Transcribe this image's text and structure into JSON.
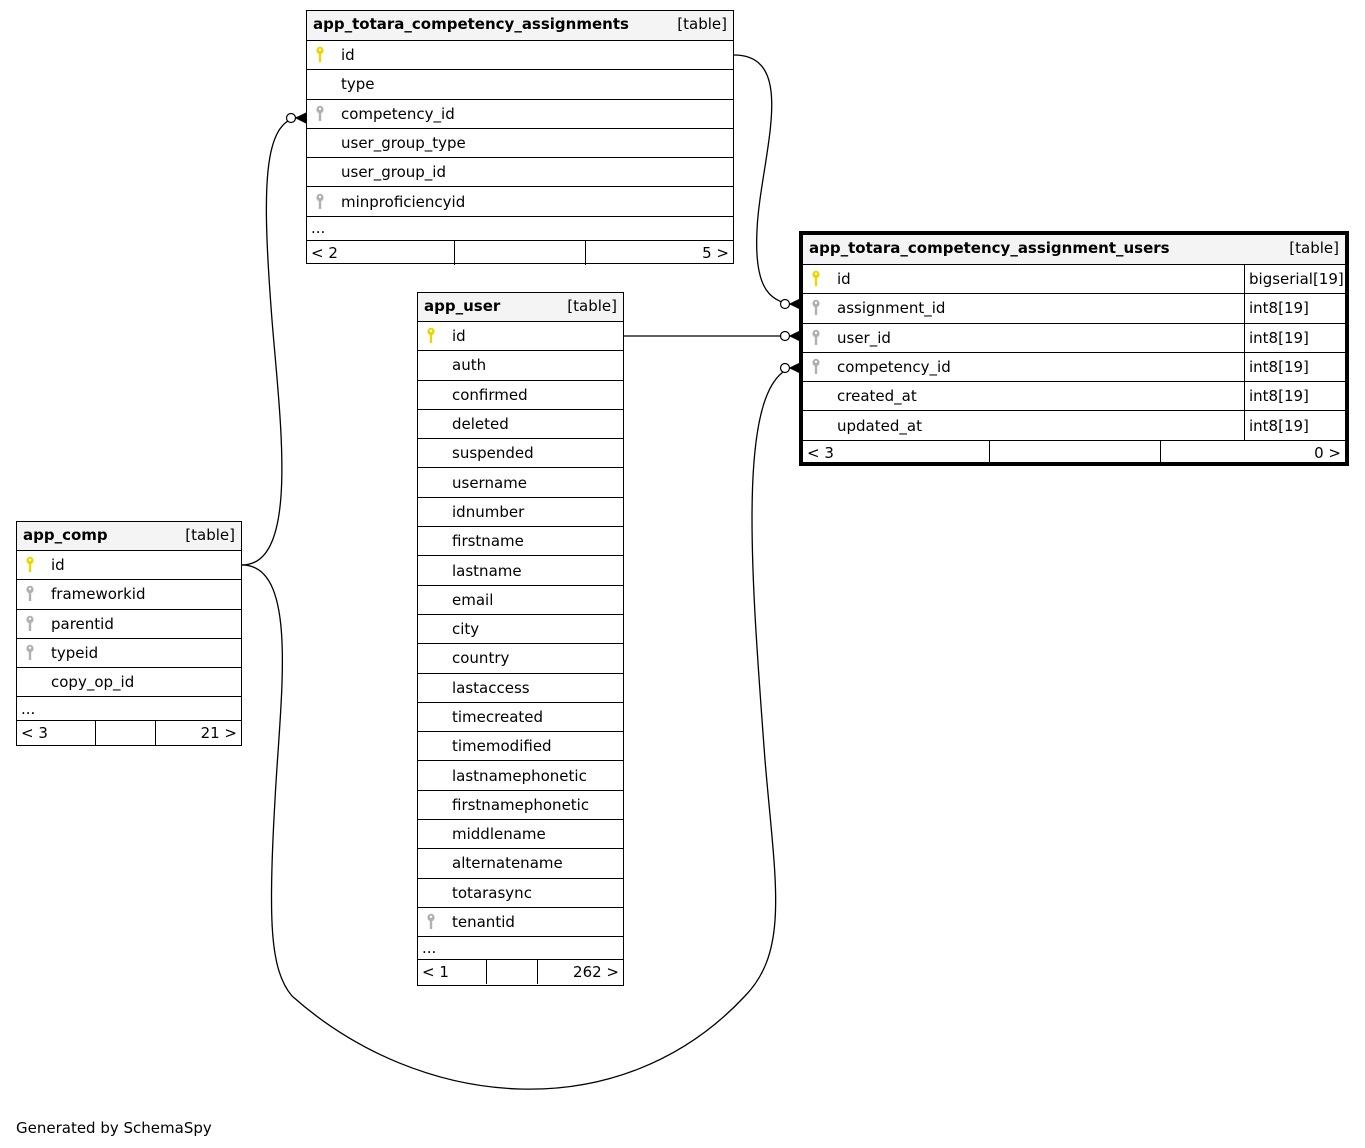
{
  "tables": {
    "assignments": {
      "name": "app_totara_competency_assignments",
      "kind": "[table]",
      "columns": [
        {
          "name": "id",
          "key": "primary"
        },
        {
          "name": "type",
          "key": "none"
        },
        {
          "name": "competency_id",
          "key": "foreign"
        },
        {
          "name": "user_group_type",
          "key": "none"
        },
        {
          "name": "user_group_id",
          "key": "none"
        },
        {
          "name": "minproficiencyid",
          "key": "foreign"
        }
      ],
      "more": "...",
      "parents": "< 2",
      "children": "5 >"
    },
    "assignment_users": {
      "name": "app_totara_competency_assignment_users",
      "kind": "[table]",
      "columns": [
        {
          "name": "id",
          "key": "primary",
          "type": "bigserial[19]"
        },
        {
          "name": "assignment_id",
          "key": "foreign",
          "type": "int8[19]"
        },
        {
          "name": "user_id",
          "key": "foreign",
          "type": "int8[19]"
        },
        {
          "name": "competency_id",
          "key": "foreign",
          "type": "int8[19]"
        },
        {
          "name": "created_at",
          "key": "none",
          "type": "int8[19]"
        },
        {
          "name": "updated_at",
          "key": "none",
          "type": "int8[19]"
        }
      ],
      "parents": "< 3",
      "children": "0 >"
    },
    "user": {
      "name": "app_user",
      "kind": "[table]",
      "columns": [
        {
          "name": "id",
          "key": "primary"
        },
        {
          "name": "auth",
          "key": "none"
        },
        {
          "name": "confirmed",
          "key": "none"
        },
        {
          "name": "deleted",
          "key": "none"
        },
        {
          "name": "suspended",
          "key": "none"
        },
        {
          "name": "username",
          "key": "none"
        },
        {
          "name": "idnumber",
          "key": "none"
        },
        {
          "name": "firstname",
          "key": "none"
        },
        {
          "name": "lastname",
          "key": "none"
        },
        {
          "name": "email",
          "key": "none"
        },
        {
          "name": "city",
          "key": "none"
        },
        {
          "name": "country",
          "key": "none"
        },
        {
          "name": "lastaccess",
          "key": "none"
        },
        {
          "name": "timecreated",
          "key": "none"
        },
        {
          "name": "timemodified",
          "key": "none"
        },
        {
          "name": "lastnamephonetic",
          "key": "none"
        },
        {
          "name": "firstnamephonetic",
          "key": "none"
        },
        {
          "name": "middlename",
          "key": "none"
        },
        {
          "name": "alternatename",
          "key": "none"
        },
        {
          "name": "totarasync",
          "key": "none"
        },
        {
          "name": "tenantid",
          "key": "foreign"
        }
      ],
      "more": "...",
      "parents": "< 1",
      "children": "262 >"
    },
    "comp": {
      "name": "app_comp",
      "kind": "[table]",
      "columns": [
        {
          "name": "id",
          "key": "primary"
        },
        {
          "name": "frameworkid",
          "key": "foreign"
        },
        {
          "name": "parentid",
          "key": "foreign"
        },
        {
          "name": "typeid",
          "key": "foreign"
        },
        {
          "name": "copy_op_id",
          "key": "none"
        }
      ],
      "more": "...",
      "parents": "< 3",
      "children": "21 >"
    }
  },
  "colors": {
    "primary_key": "#e8d800",
    "foreign_key": "#b0b0b0",
    "header_bg": "#f4f4f4"
  },
  "footer": "Generated by SchemaSpy"
}
